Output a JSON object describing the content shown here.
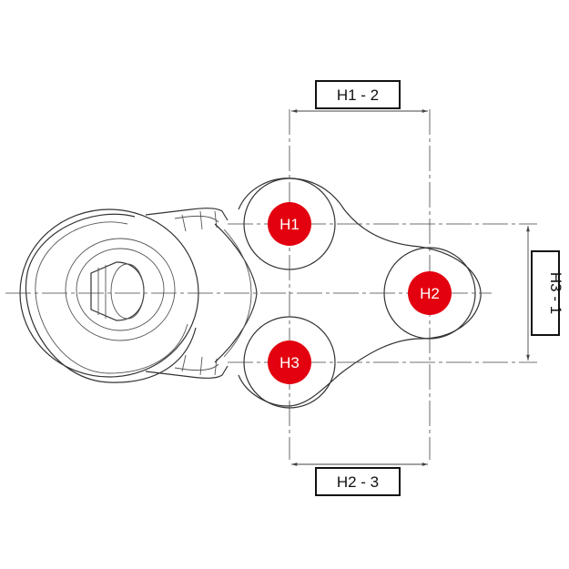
{
  "points": {
    "h1": "H1",
    "h2": "H2",
    "h3": "H3"
  },
  "dimensions": {
    "h1_h2": "H1 - 2",
    "h2_h3": "H2 - 3",
    "h3_h1": "H3 - 1"
  },
  "colors": {
    "marker": "#e3000f",
    "line": "#333333"
  }
}
